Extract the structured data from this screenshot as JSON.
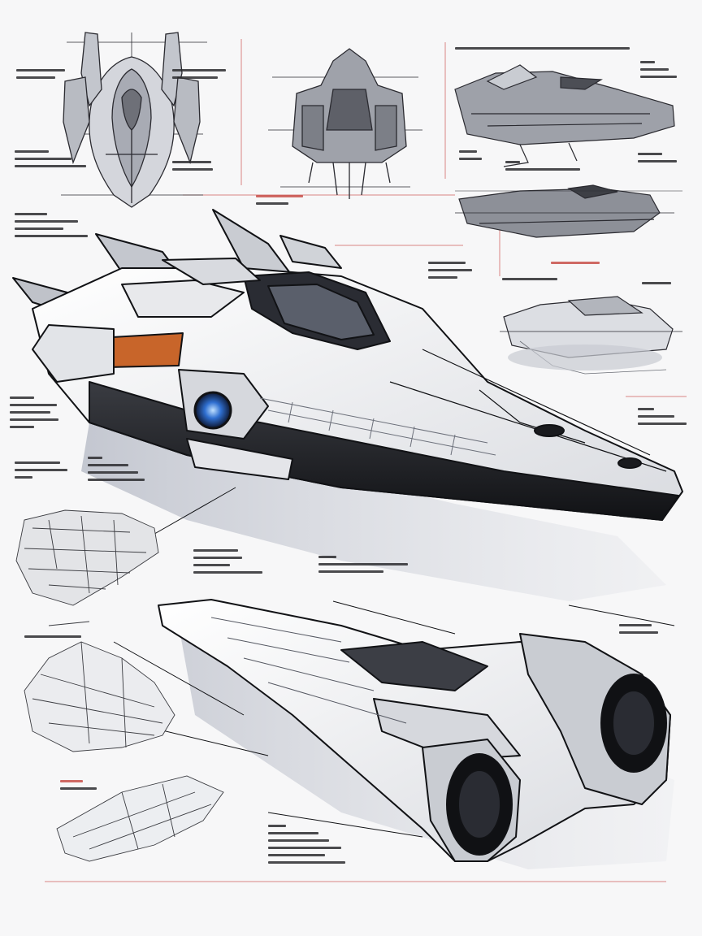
{
  "sheet": {
    "background": "#f7f7f8",
    "ink": "#1c1c20",
    "accent_orange": "#c8652a",
    "engine_blue": "#2f6fd0",
    "rule_red": "#d26a66"
  },
  "views": [
    {
      "name": "top-view-sketch",
      "icon": "spaceship-top-view"
    },
    {
      "name": "front-view-sketch",
      "icon": "spaceship-front-view"
    },
    {
      "name": "side-view-sketch",
      "icon": "spaceship-side-view"
    },
    {
      "name": "main-render",
      "icon": "spaceship-three-quarter-view"
    },
    {
      "name": "rear-render",
      "icon": "spaceship-rear-view"
    },
    {
      "name": "thumbnail-sketches",
      "icon": "spaceship-thumbnails"
    }
  ],
  "annotations": {
    "note_style": "illegible-scribble"
  }
}
